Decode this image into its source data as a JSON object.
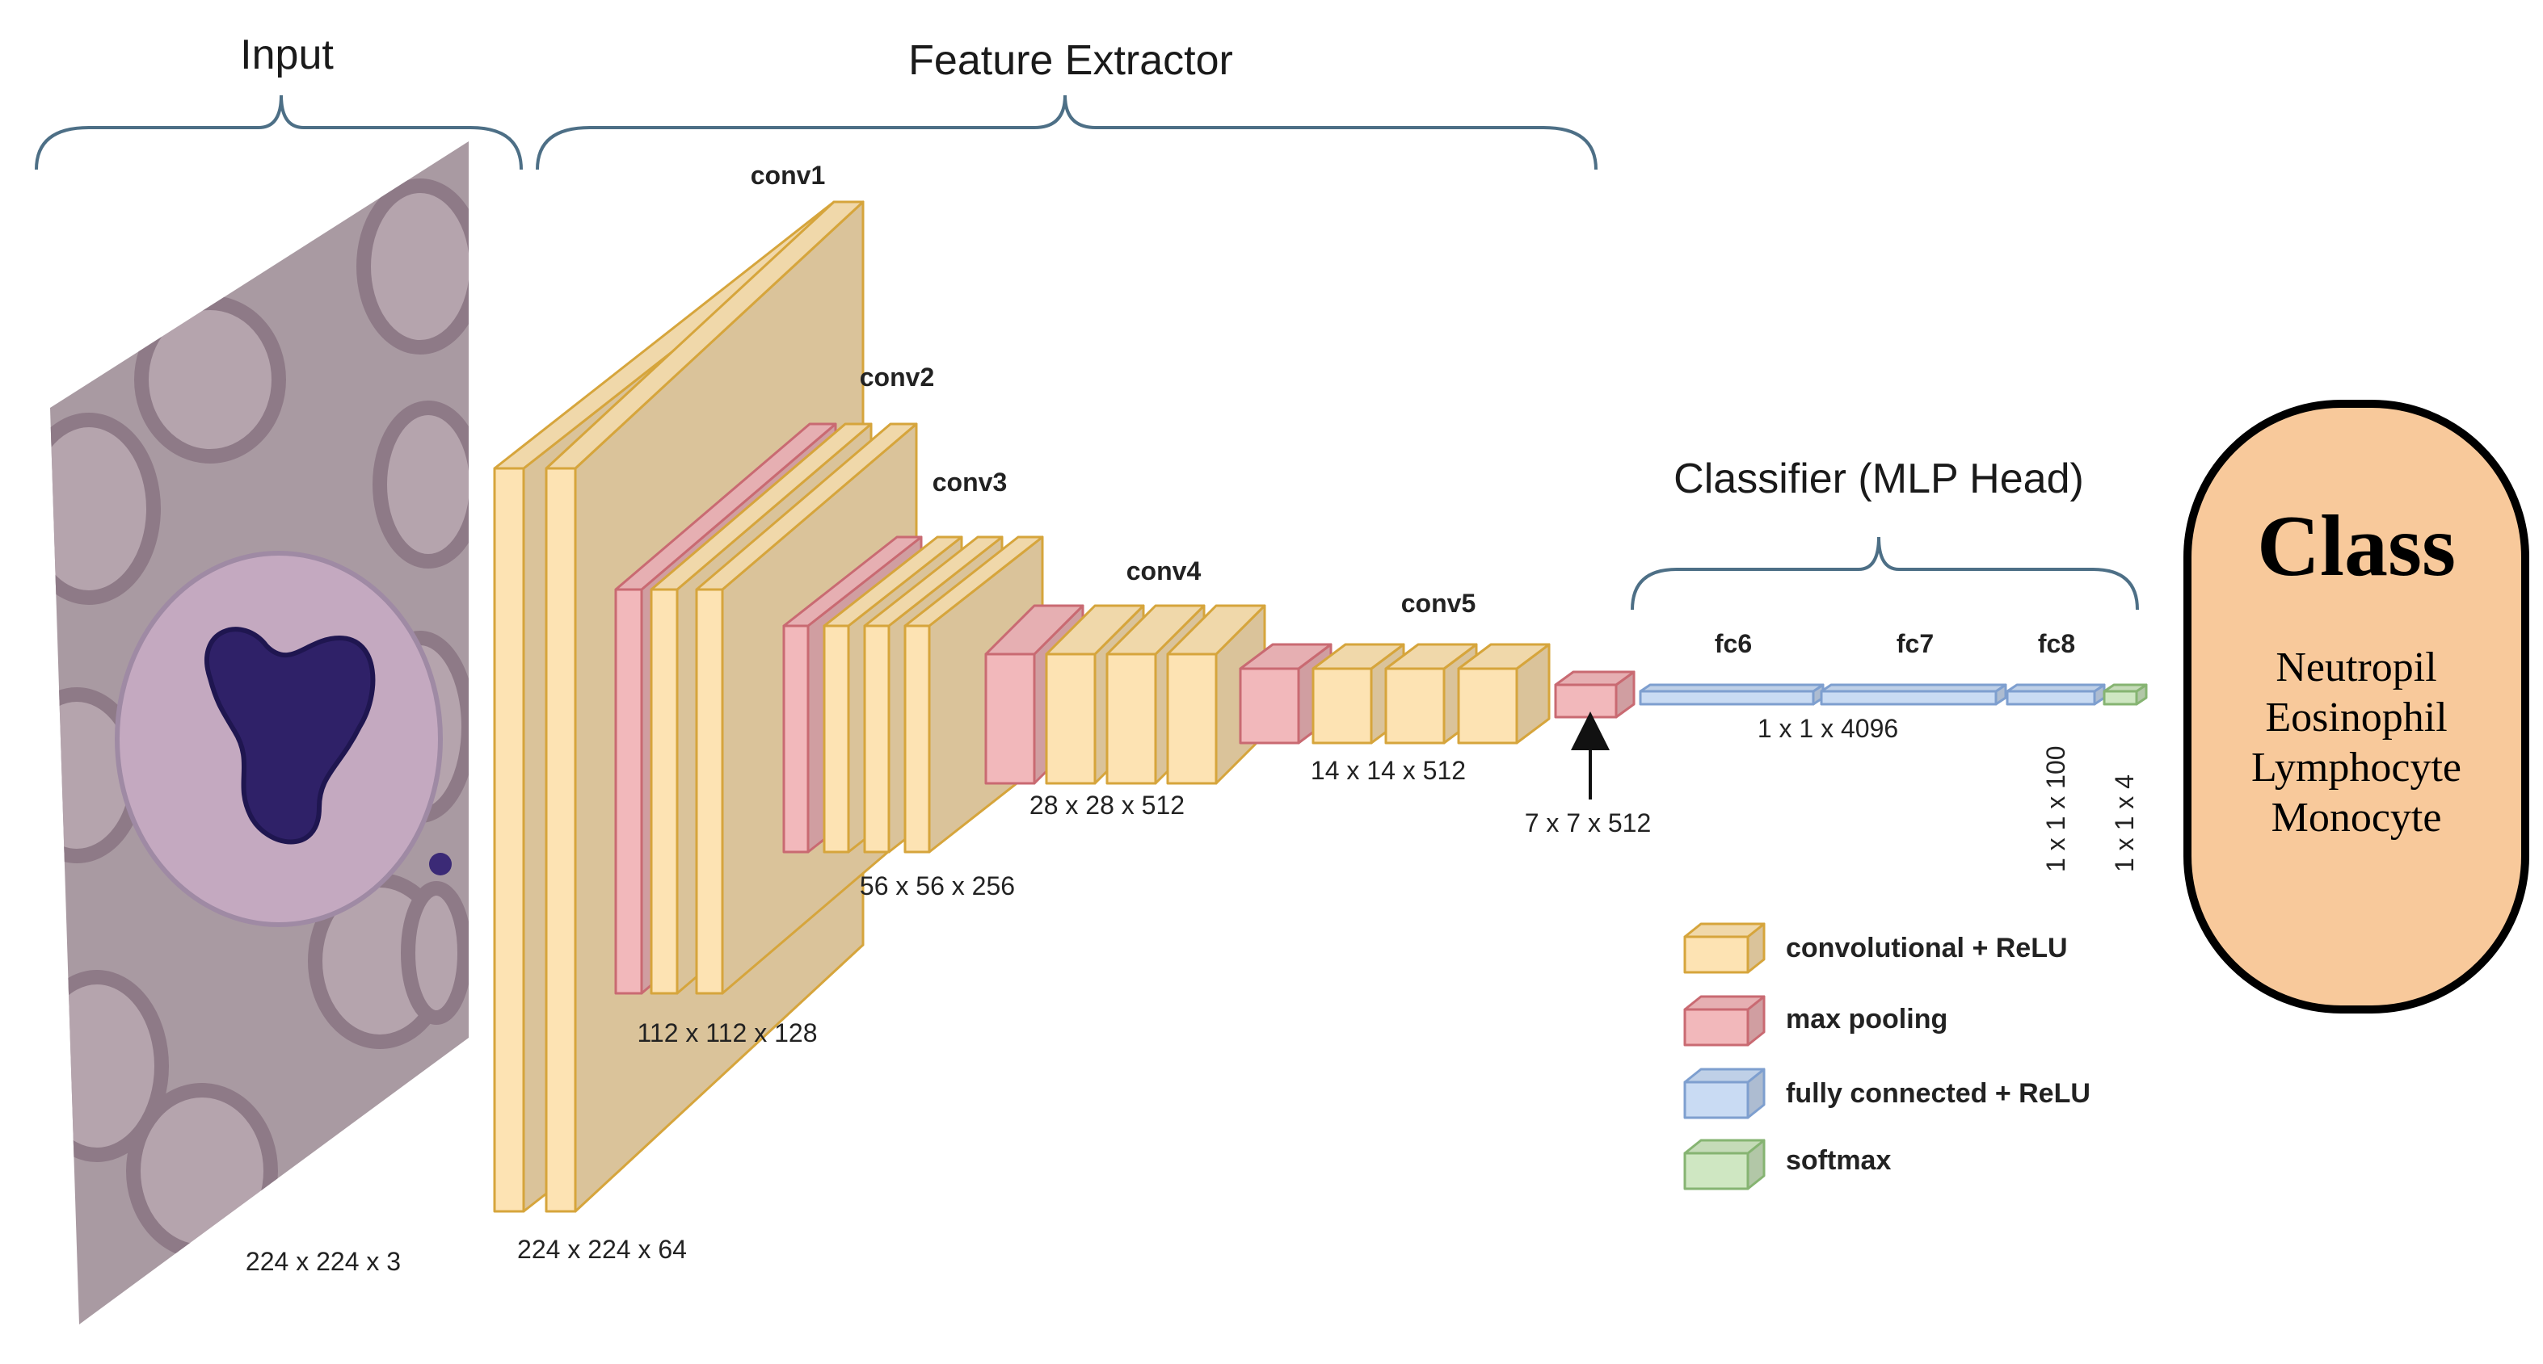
{
  "sections": {
    "input": "Input",
    "feature_extractor": "Feature Extractor",
    "classifier": "Classifier (MLP Head)"
  },
  "layers": {
    "conv1": "conv1",
    "conv2": "conv2",
    "conv3": "conv3",
    "conv4": "conv4",
    "conv5": "conv5",
    "fc6": "fc6",
    "fc7": "fc7",
    "fc8": "fc8"
  },
  "dims": {
    "input": "224 x 224 x 3",
    "conv1": "224 x 224 x 64",
    "conv2": "112 x 112 x 128",
    "conv3": "56 x 56 x 256",
    "conv4": "28 x 28 x 512",
    "conv5": "14 x 14 x 512",
    "pool5": "7 x 7 x 512",
    "fc67": "1 x 1 x 4096",
    "fc8": "1 x 1 x 100",
    "softmax": "1 x 1 x 4"
  },
  "legend": [
    {
      "label": "convolutional + ReLU",
      "color": "#fde3b3"
    },
    {
      "label": "max pooling",
      "color": "#f2b8bb"
    },
    {
      "label": "fully connected + ReLU",
      "color": "#c9dbf3"
    },
    {
      "label": "softmax",
      "color": "#cfe7c2"
    }
  ],
  "output": {
    "title": "Class",
    "classes": [
      "Neutropil",
      "Eosinophil",
      "Lymphocyte",
      "Monocyte"
    ],
    "fill": "#f8c99b"
  },
  "colors": {
    "conv": "#fde3b3",
    "pool": "#f2b8bb",
    "fc": "#c9dbf3",
    "softmax": "#cfe7c2",
    "bracket": "#4d6f86"
  }
}
